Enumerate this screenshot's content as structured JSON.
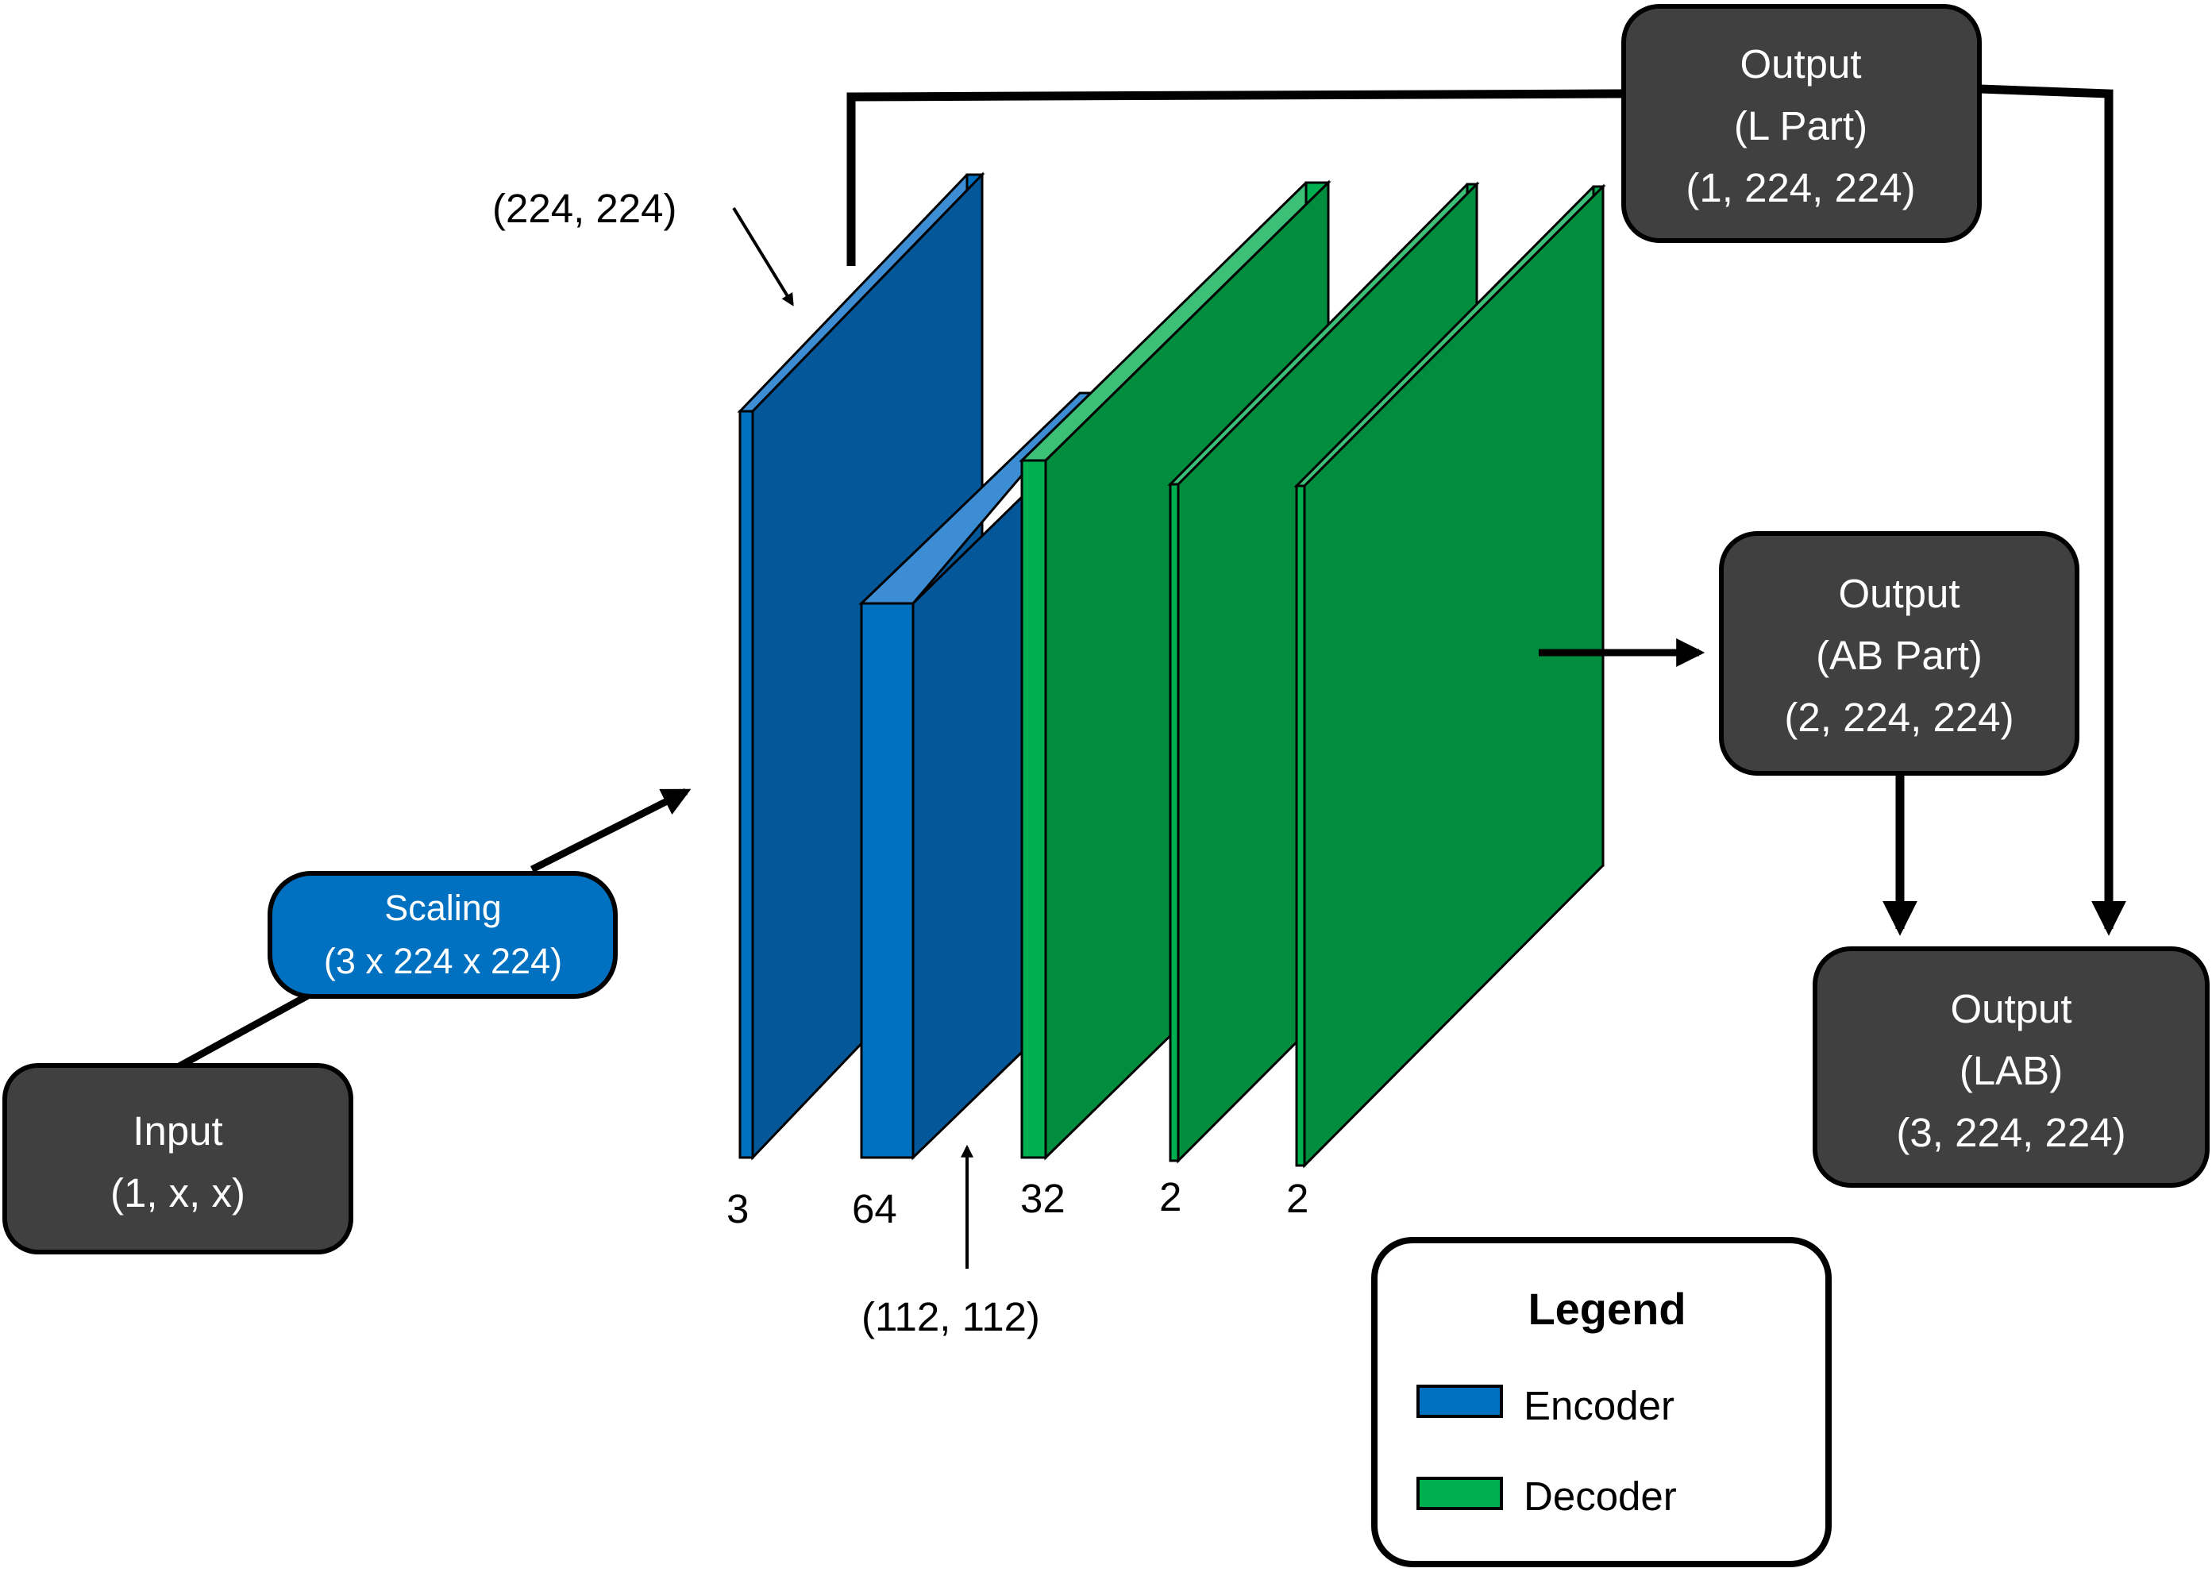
{
  "input_box": {
    "line1": "Input",
    "line2": "(1, x, x)"
  },
  "scaling_box": {
    "line1": "Scaling",
    "line2": "(3 x 224 x 224)"
  },
  "output_l": {
    "line1": "Output",
    "line2": "(L Part)",
    "line3": "(1, 224, 224)"
  },
  "output_ab": {
    "line1": "Output",
    "line2": "(AB Part)",
    "line3": "(2, 224, 224)"
  },
  "output_lab": {
    "line1": "Output",
    "line2": "(LAB)",
    "line3": "(3, 224, 224)"
  },
  "annotations": {
    "top_dim": "(224, 224)",
    "bottom_dim": "(112, 112)"
  },
  "layers": [
    {
      "channels": "3",
      "role": "encoder"
    },
    {
      "channels": "64",
      "role": "encoder"
    },
    {
      "channels": "32",
      "role": "decoder"
    },
    {
      "channels": "2",
      "role": "decoder"
    },
    {
      "channels": "2",
      "role": "decoder"
    }
  ],
  "legend": {
    "title": "Legend",
    "encoder_label": "Encoder",
    "decoder_label": "Decoder"
  },
  "colors": {
    "dark_box": "#404040",
    "scaling": "#0070C0",
    "encoder_front": "#045899",
    "encoder_edge": "#0070C0",
    "encoder_top": "#3C8DD4",
    "decoder_front": "#008E3E",
    "decoder_edge": "#00B050",
    "decoder_top": "#3CC078"
  }
}
